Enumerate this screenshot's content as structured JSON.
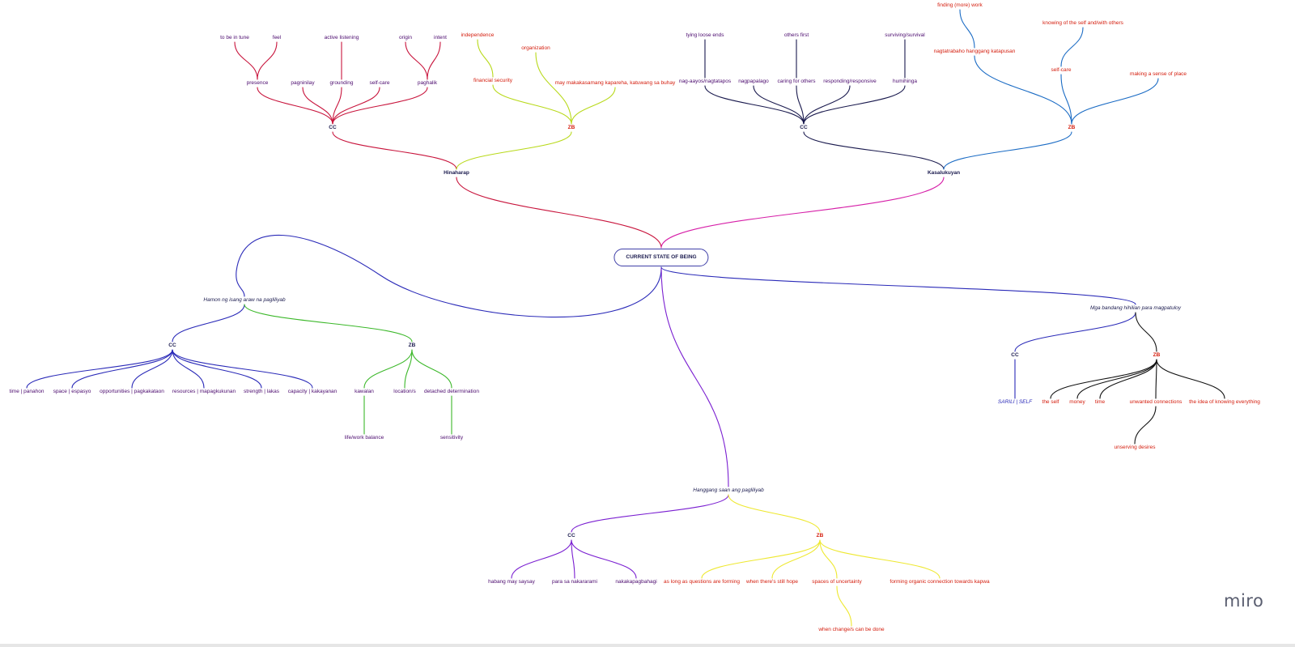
{
  "brand": "miro",
  "colors": {
    "crimson": "#c8143c",
    "lime": "#b8d91a",
    "navy": "#1a1a4e",
    "blue": "#1a6bc4",
    "magenta": "#d61fa8",
    "indigo": "#2a2ab8",
    "green": "#3cb82a",
    "purple": "#7a1fd1",
    "yellow": "#eee830",
    "black": "#111111",
    "text_purple": "#4b0a6e",
    "text_red": "#d41c0c"
  },
  "nodes": [
    {
      "id": "root",
      "label": "CURRENT STATE OF BEING",
      "style": "root"
    },
    {
      "id": "hinaharap",
      "label": "Hinaharap",
      "style": "bold",
      "color": "navy"
    },
    {
      "id": "h_cc",
      "label": "CC",
      "style": "bold",
      "color": "navy"
    },
    {
      "id": "h_zb",
      "label": "ZB",
      "style": "bold",
      "color": "text_red"
    },
    {
      "id": "presence",
      "label": "presence",
      "color": "text_purple"
    },
    {
      "id": "pagninilay",
      "label": "pagninilay",
      "color": "text_purple"
    },
    {
      "id": "grounding",
      "label": "grounding",
      "color": "text_purple"
    },
    {
      "id": "selfcare1",
      "label": "self-care",
      "color": "text_purple"
    },
    {
      "id": "paghalik",
      "label": "paghalik",
      "color": "text_purple"
    },
    {
      "id": "tobeintune",
      "label": "to be in tune",
      "color": "text_purple"
    },
    {
      "id": "feel",
      "label": "feel",
      "color": "text_purple"
    },
    {
      "id": "activelistening",
      "label": "active listening",
      "color": "text_purple"
    },
    {
      "id": "origin",
      "label": "origin",
      "color": "text_purple"
    },
    {
      "id": "intent",
      "label": "intent",
      "color": "text_purple"
    },
    {
      "id": "finsec",
      "label": "financial security",
      "color": "text_red"
    },
    {
      "id": "maymaka",
      "label": "may makakasamang kapareha, katuwang sa buhay",
      "color": "text_red"
    },
    {
      "id": "independence",
      "label": "independence",
      "color": "text_red"
    },
    {
      "id": "organization",
      "label": "organization",
      "color": "text_red"
    },
    {
      "id": "kasalukuyan",
      "label": "Kasalukuyan",
      "style": "bold",
      "color": "navy"
    },
    {
      "id": "k_cc",
      "label": "CC",
      "style": "bold",
      "color": "navy"
    },
    {
      "id": "k_zb",
      "label": "ZB",
      "style": "bold",
      "color": "text_red"
    },
    {
      "id": "nagaayos",
      "label": "nag-aayos/nagtatapos",
      "color": "text_purple"
    },
    {
      "id": "nagpapalago",
      "label": "nagpapalago",
      "color": "text_purple"
    },
    {
      "id": "caring",
      "label": "caring for others",
      "color": "text_purple"
    },
    {
      "id": "responding",
      "label": "responding/responsive",
      "color": "text_purple"
    },
    {
      "id": "huminga",
      "label": "humihinga",
      "color": "text_purple"
    },
    {
      "id": "tying",
      "label": "tying loose ends",
      "color": "text_purple"
    },
    {
      "id": "othersfirst",
      "label": "others first",
      "color": "text_purple"
    },
    {
      "id": "surviving",
      "label": "surviving/survival",
      "color": "text_purple"
    },
    {
      "id": "nagtatrabaho",
      "label": "nagtatrabaho hanggang katapusan",
      "color": "text_red"
    },
    {
      "id": "selfcare2",
      "label": "self-care",
      "color": "text_red"
    },
    {
      "id": "makingsense",
      "label": "making a sense of place",
      "color": "text_red"
    },
    {
      "id": "findingwork",
      "label": "finding (more) work",
      "color": "text_red"
    },
    {
      "id": "knowing",
      "label": "knowing of the self and/with others",
      "color": "text_red"
    },
    {
      "id": "hamon",
      "label": "Hamon ng isang araw na pagliliyab",
      "style": "italic",
      "color": "navy"
    },
    {
      "id": "ha_cc",
      "label": "CC",
      "style": "bold",
      "color": "navy"
    },
    {
      "id": "ha_zb",
      "label": "ZB",
      "style": "bold",
      "color": "navy"
    },
    {
      "id": "time1",
      "label": "time | panahon",
      "color": "text_purple"
    },
    {
      "id": "space",
      "label": "space | espasyo",
      "color": "text_purple"
    },
    {
      "id": "opps",
      "label": "opportunities | pagkakataon",
      "color": "text_purple"
    },
    {
      "id": "resources",
      "label": "resources | mapagkukunan",
      "color": "text_purple"
    },
    {
      "id": "strength",
      "label": "strength | lakas",
      "color": "text_purple"
    },
    {
      "id": "capacity",
      "label": "capacity | kakayanan",
      "color": "text_purple"
    },
    {
      "id": "kawalan",
      "label": "kawalan",
      "color": "text_purple"
    },
    {
      "id": "locations",
      "label": "location/s",
      "color": "text_purple"
    },
    {
      "id": "detached",
      "label": "detached determination",
      "color": "text_purple"
    },
    {
      "id": "lifework",
      "label": "life/work balance",
      "color": "text_purple"
    },
    {
      "id": "sensitivity",
      "label": "sensitivity",
      "color": "text_purple"
    },
    {
      "id": "hanggang",
      "label": "Hanggang saan ang pagliliyab",
      "style": "italic",
      "color": "navy"
    },
    {
      "id": "hg_cc",
      "label": "CC",
      "style": "bold",
      "color": "navy"
    },
    {
      "id": "hg_zb",
      "label": "ZB",
      "style": "bold",
      "color": "text_red"
    },
    {
      "id": "habang",
      "label": "habang may saysay",
      "color": "text_purple"
    },
    {
      "id": "parasa",
      "label": "para sa nakararami",
      "color": "text_purple"
    },
    {
      "id": "nakaka",
      "label": "nakakapagbahagi",
      "color": "text_purple"
    },
    {
      "id": "aslong",
      "label": "as long as questions are forming",
      "color": "text_red"
    },
    {
      "id": "whenhope",
      "label": "when there's still hope",
      "color": "text_red"
    },
    {
      "id": "spaces",
      "label": "spaces of uncertainty",
      "color": "text_red"
    },
    {
      "id": "forming",
      "label": "forming organic connection towards kapwa",
      "color": "text_red"
    },
    {
      "id": "whenchange",
      "label": "when change/s can be done",
      "color": "text_red"
    },
    {
      "id": "mga",
      "label": "Mga bandang hihilian para magpatuloy",
      "style": "italic",
      "color": "navy"
    },
    {
      "id": "m_cc",
      "label": "CC",
      "style": "bold",
      "color": "navy"
    },
    {
      "id": "m_zb",
      "label": "ZB",
      "style": "bold",
      "color": "text_red"
    },
    {
      "id": "sarili",
      "label": "SARILI | SELF",
      "style": "italic",
      "color": "indigo"
    },
    {
      "id": "theself",
      "label": "the self",
      "color": "text_red"
    },
    {
      "id": "money",
      "label": "money",
      "color": "text_red"
    },
    {
      "id": "time2",
      "label": "time",
      "color": "text_red"
    },
    {
      "id": "unwanted",
      "label": "unwanted connections",
      "color": "text_red"
    },
    {
      "id": "idea",
      "label": "the idea of knowing everything",
      "color": "text_red"
    },
    {
      "id": "unserving",
      "label": "unserving desires",
      "color": "text_red"
    }
  ],
  "edges": [
    {
      "from": "root",
      "to": "hinaharap",
      "color": "crimson"
    },
    {
      "from": "root",
      "to": "kasalukuyan",
      "color": "magenta"
    },
    {
      "from": "root",
      "to": "hamon",
      "color": "indigo",
      "shape": "loop"
    },
    {
      "from": "root",
      "to": "hanggang",
      "color": "purple"
    },
    {
      "from": "root",
      "to": "mga",
      "color": "indigo"
    },
    {
      "from": "hinaharap",
      "to": "h_cc",
      "color": "crimson"
    },
    {
      "from": "hinaharap",
      "to": "h_zb",
      "color": "lime"
    },
    {
      "from": "h_cc",
      "to": "presence",
      "color": "crimson"
    },
    {
      "from": "h_cc",
      "to": "pagninilay",
      "color": "crimson"
    },
    {
      "from": "h_cc",
      "to": "grounding",
      "color": "crimson"
    },
    {
      "from": "h_cc",
      "to": "selfcare1",
      "color": "crimson"
    },
    {
      "from": "h_cc",
      "to": "paghalik",
      "color": "crimson"
    },
    {
      "from": "presence",
      "to": "tobeintune",
      "color": "crimson"
    },
    {
      "from": "presence",
      "to": "feel",
      "color": "crimson"
    },
    {
      "from": "grounding",
      "to": "activelistening",
      "color": "crimson"
    },
    {
      "from": "paghalik",
      "to": "origin",
      "color": "crimson"
    },
    {
      "from": "paghalik",
      "to": "intent",
      "color": "crimson"
    },
    {
      "from": "h_zb",
      "to": "finsec",
      "color": "lime"
    },
    {
      "from": "h_zb",
      "to": "maymaka",
      "color": "lime"
    },
    {
      "from": "h_zb",
      "to": "organization",
      "color": "lime"
    },
    {
      "from": "finsec",
      "to": "independence",
      "color": "lime"
    },
    {
      "from": "kasalukuyan",
      "to": "k_cc",
      "color": "navy"
    },
    {
      "from": "kasalukuyan",
      "to": "k_zb",
      "color": "blue"
    },
    {
      "from": "k_cc",
      "to": "nagaayos",
      "color": "navy"
    },
    {
      "from": "k_cc",
      "to": "nagpapalago",
      "color": "navy"
    },
    {
      "from": "k_cc",
      "to": "caring",
      "color": "navy"
    },
    {
      "from": "k_cc",
      "to": "responding",
      "color": "navy"
    },
    {
      "from": "k_cc",
      "to": "huminga",
      "color": "navy"
    },
    {
      "from": "nagaayos",
      "to": "tying",
      "color": "navy"
    },
    {
      "from": "caring",
      "to": "othersfirst",
      "color": "navy"
    },
    {
      "from": "huminga",
      "to": "surviving",
      "color": "navy"
    },
    {
      "from": "k_zb",
      "to": "nagtatrabaho",
      "color": "blue"
    },
    {
      "from": "k_zb",
      "to": "selfcare2",
      "color": "blue"
    },
    {
      "from": "k_zb",
      "to": "makingsense",
      "color": "blue"
    },
    {
      "from": "nagtatrabaho",
      "to": "findingwork",
      "color": "blue"
    },
    {
      "from": "selfcare2",
      "to": "knowing",
      "color": "blue"
    },
    {
      "from": "hamon",
      "to": "ha_cc",
      "color": "indigo"
    },
    {
      "from": "hamon",
      "to": "ha_zb",
      "color": "green"
    },
    {
      "from": "ha_cc",
      "to": "time1",
      "color": "indigo"
    },
    {
      "from": "ha_cc",
      "to": "space",
      "color": "indigo"
    },
    {
      "from": "ha_cc",
      "to": "opps",
      "color": "indigo"
    },
    {
      "from": "ha_cc",
      "to": "resources",
      "color": "indigo"
    },
    {
      "from": "ha_cc",
      "to": "strength",
      "color": "indigo"
    },
    {
      "from": "ha_cc",
      "to": "capacity",
      "color": "indigo"
    },
    {
      "from": "ha_zb",
      "to": "kawalan",
      "color": "green"
    },
    {
      "from": "ha_zb",
      "to": "locations",
      "color": "green"
    },
    {
      "from": "ha_zb",
      "to": "detached",
      "color": "green"
    },
    {
      "from": "kawalan",
      "to": "lifework",
      "color": "green"
    },
    {
      "from": "detached",
      "to": "sensitivity",
      "color": "green"
    },
    {
      "from": "hanggang",
      "to": "hg_cc",
      "color": "purple"
    },
    {
      "from": "hanggang",
      "to": "hg_zb",
      "color": "yellow"
    },
    {
      "from": "hg_cc",
      "to": "habang",
      "color": "purple"
    },
    {
      "from": "hg_cc",
      "to": "parasa",
      "color": "purple"
    },
    {
      "from": "hg_cc",
      "to": "nakaka",
      "color": "purple"
    },
    {
      "from": "hg_zb",
      "to": "aslong",
      "color": "yellow"
    },
    {
      "from": "hg_zb",
      "to": "whenhope",
      "color": "yellow"
    },
    {
      "from": "hg_zb",
      "to": "spaces",
      "color": "yellow"
    },
    {
      "from": "hg_zb",
      "to": "forming",
      "color": "yellow"
    },
    {
      "from": "spaces",
      "to": "whenchange",
      "color": "yellow"
    },
    {
      "from": "mga",
      "to": "m_cc",
      "color": "indigo"
    },
    {
      "from": "mga",
      "to": "m_zb",
      "color": "black"
    },
    {
      "from": "m_cc",
      "to": "sarili",
      "color": "indigo"
    },
    {
      "from": "m_zb",
      "to": "theself",
      "color": "black"
    },
    {
      "from": "m_zb",
      "to": "money",
      "color": "black"
    },
    {
      "from": "m_zb",
      "to": "time2",
      "color": "black"
    },
    {
      "from": "m_zb",
      "to": "unwanted",
      "color": "black"
    },
    {
      "from": "m_zb",
      "to": "idea",
      "color": "black"
    },
    {
      "from": "unwanted",
      "to": "unserving",
      "color": "black"
    }
  ]
}
